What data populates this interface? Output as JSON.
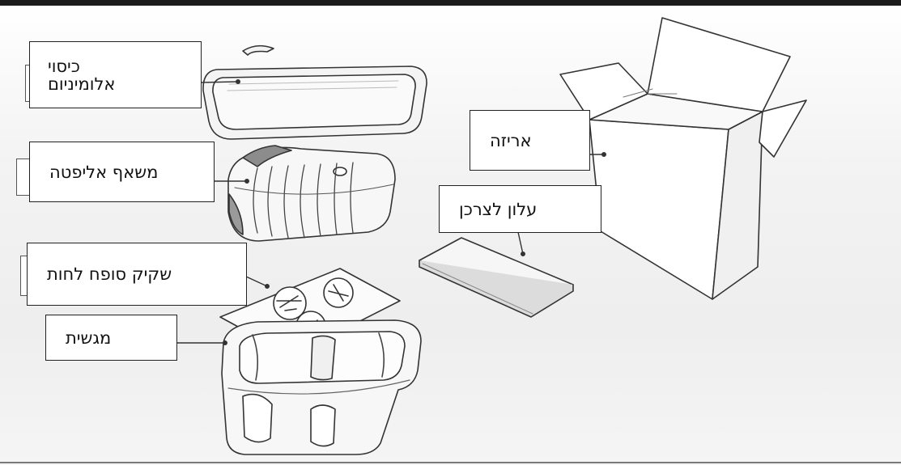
{
  "labels": {
    "aluminium_cover": [
      "כיסוי",
      "אלומיניום"
    ],
    "ellipta_inhaler": "משאף אליפטה",
    "desiccant_sachet": "שקיק סופח לחות",
    "tray": "מגשית",
    "package": "אריזה",
    "patient_leaflet": "עלון לצרכן"
  },
  "colors": {
    "rule": "#1b1b1b",
    "line": "#333333",
    "label_border": "#222222"
  }
}
